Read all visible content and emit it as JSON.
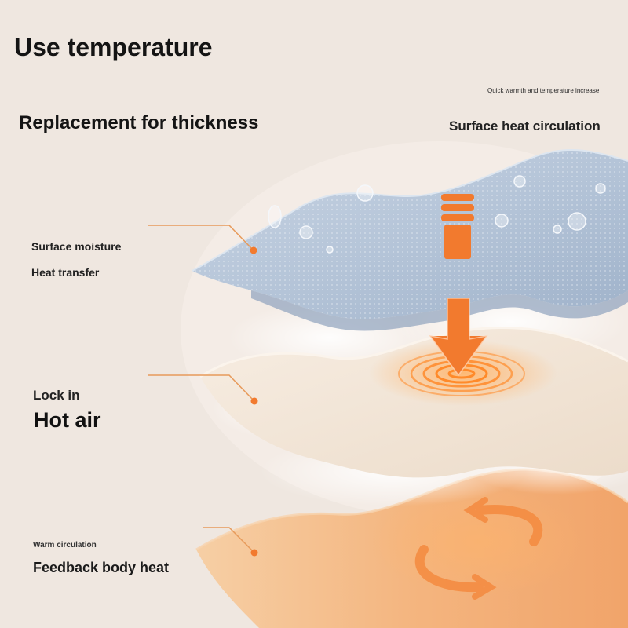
{
  "headline": "Use temperature",
  "subheadline": "Replacement for thickness",
  "top_right": {
    "small_caption": "Quick warmth and temperature increase",
    "title": "Surface heat circulation"
  },
  "layers": [
    {
      "line1": "Surface moisture",
      "line2": "Heat transfer"
    },
    {
      "line1": "Lock in",
      "line2": "Hot air"
    },
    {
      "line1": "Warm circulation",
      "line2": "Feedback body heat"
    }
  ],
  "colors": {
    "background": "#efe7e0",
    "outer_fabric": "#b9c8da",
    "middle_fabric": "#f4e6d6",
    "inner_fabric": "#f3b884",
    "accent_orange": "#f27a2e",
    "callout_line": "#e79a5a"
  },
  "icons": [
    "down-arrow-icon",
    "heat-ripple-icon",
    "circulation-arrows-icon",
    "water-droplet-icon"
  ]
}
